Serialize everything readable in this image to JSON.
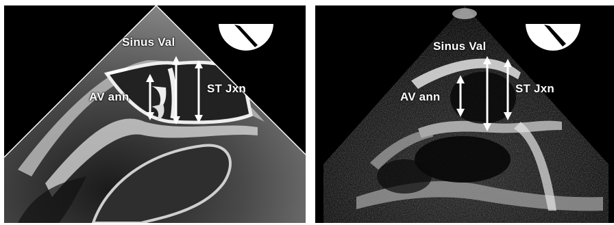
{
  "figure": {
    "left_panel": {
      "labels": {
        "sinus": "Sinus Val",
        "av": "AV ann",
        "st": "ST Jxn"
      }
    },
    "right_panel": {
      "labels": {
        "sinus": "Sinus Val",
        "av": "AV ann",
        "st": "ST Jxn"
      }
    }
  },
  "colors": {
    "background": "#000000",
    "annotation": "#ffffff",
    "page": "#ffffff"
  },
  "icons": [
    "probe-orientation-icon",
    "measurement-arrow-icon"
  ]
}
